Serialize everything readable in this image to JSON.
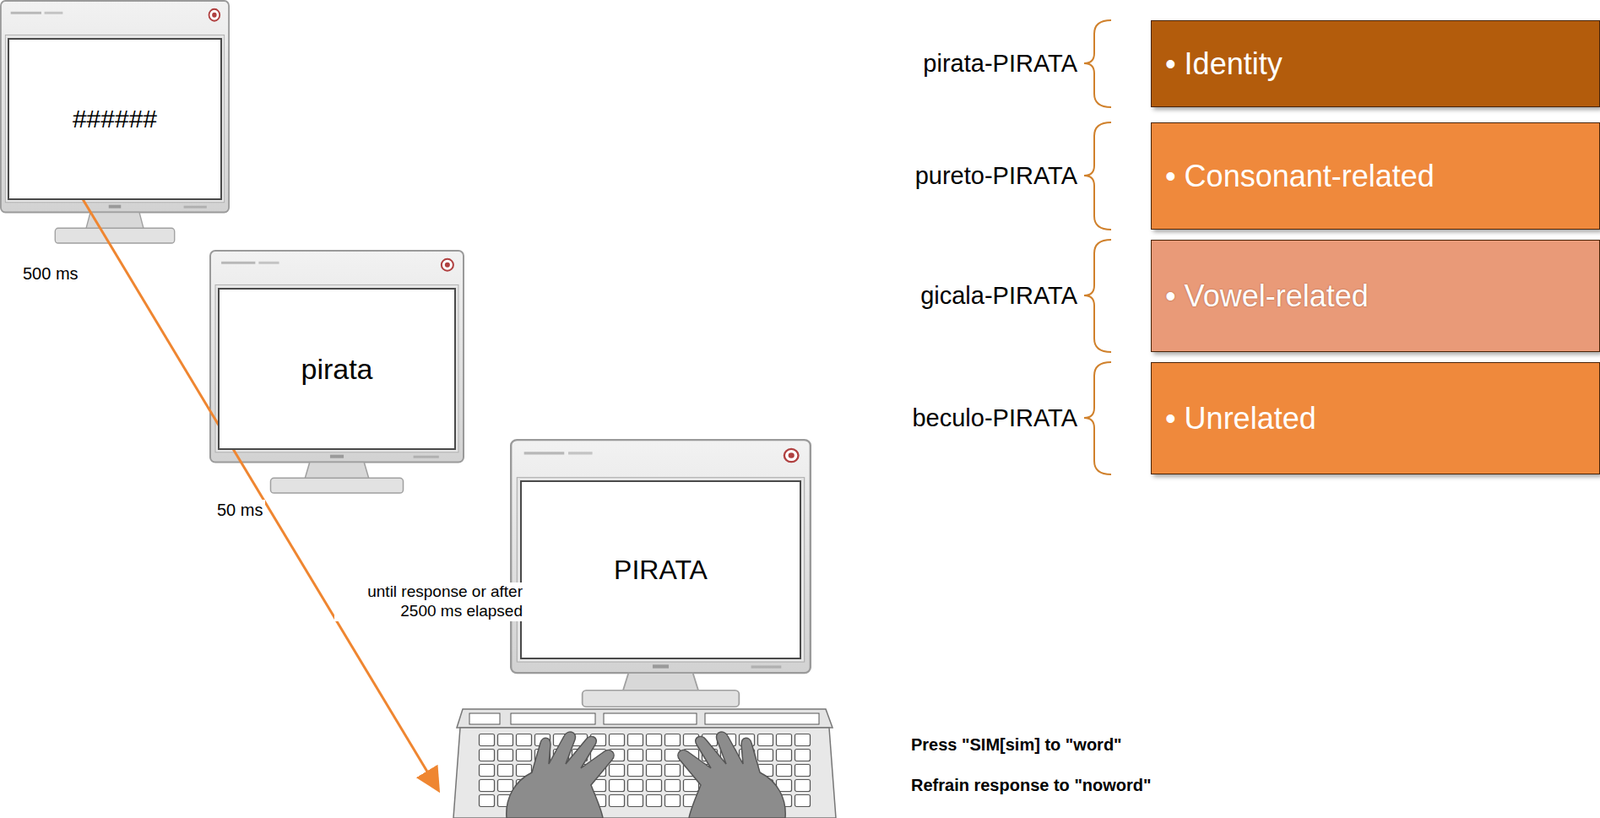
{
  "diagram": {
    "nodes": [
      {
        "text": [
          "######"
        ]
      },
      {
        "text": [
          "pirata"
        ]
      },
      {
        "text": [
          "PIRATA"
        ]
      },
      {
        "text": [
          "• Identity"
        ]
      },
      {
        "text": [
          "• Consonant-related"
        ]
      },
      {
        "text": [
          "• Vowel-related"
        ]
      },
      {
        "text": [
          "• Unrelated"
        ]
      }
    ],
    "labels": [
      "500 ms",
      "50 ms",
      "until response or after 2500 ms elapsed",
      "pirata-PIRATA",
      "pureto-PIRATA",
      "gicala-PIRATA",
      "beculo-PIRATA",
      "Press \"SIM[sim] to \"word\"",
      "Refrain response to \"noword\""
    ]
  }
}
